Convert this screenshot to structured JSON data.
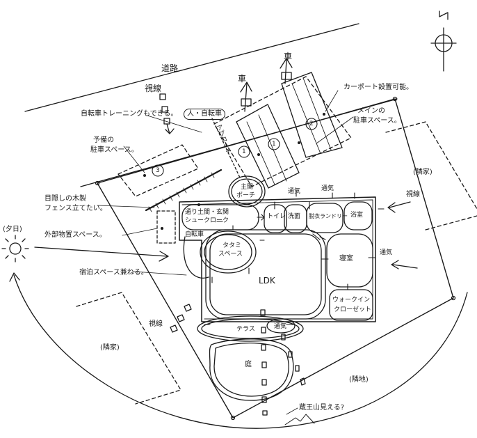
{
  "labels": {
    "road": "道路",
    "sightline_top": "視線",
    "bicycle_training": "自転車トレーニングもできる。",
    "spare_parking_1": "予備の",
    "spare_parking_2": "駐車スペース。",
    "people_bicycle": "人・自転車",
    "approach": "アプローチ",
    "car_left": "車",
    "car_right": "車",
    "carport": "カーポート設置可能。",
    "main_parking_1": "メインの",
    "main_parking_2": "駐車スペース。",
    "fence_1": "目隠しの木製",
    "fence_2": "フェンス立てたい。",
    "outdoor_storage": "外部物置スペース。",
    "sunset": "(夕日)",
    "guest_space": "宿泊スペース兼ねる。",
    "sightline_left": "視線",
    "neighbor_left": "(隣家)",
    "neighbor_right": "(隣家)",
    "sightline_right": "視線",
    "adjacent_land": "(隣地)",
    "mountain_view": "蔵王山見える?",
    "num_1": "1",
    "num_2": "2",
    "num_3": "3",
    "num_1b": "1",
    "entrance_porch_1": "主関",
    "entrance_porch_2": "ポーチ",
    "passage_1": "通気",
    "passage_2": "通気",
    "passage_3": "通気",
    "passage_4": "通気",
    "toilet": "トイレ",
    "washroom": "洗面",
    "laundry": "脱衣ランドリー",
    "bathroom": "浴室",
    "entrance_hall": "通り土間・玄関",
    "shoe_cloak": "シュークローク",
    "bicycle": "自転車",
    "tatami_1": "タタミ",
    "tatami_2": "スペース",
    "ldk": "LDK",
    "bedroom": "寝室",
    "walkin_1": "ウォークイン",
    "walkin_2": "クローゼット",
    "terrace": "テラス",
    "garden": "庭",
    "north_mark": "N"
  }
}
